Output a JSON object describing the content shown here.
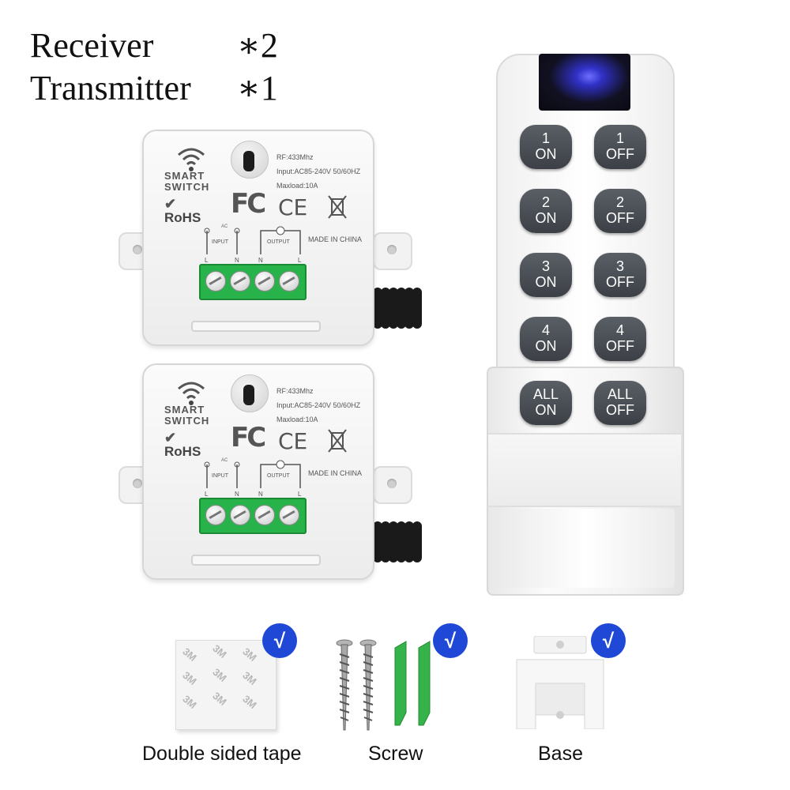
{
  "quantities": [
    {
      "label": "Receiver",
      "count": "∗2"
    },
    {
      "label": "Transmitter",
      "count": "∗1"
    }
  ],
  "receiver": {
    "brand_line1": "SMART",
    "brand_line2": "SWITCH",
    "rohs": "RoHS",
    "fc": "FC",
    "ce": "CE",
    "ac": "AC",
    "specs": [
      "RF:433Mhz",
      "Input:AC85-240V 50/60HZ",
      "Maxload:10A"
    ],
    "made_in": "MADE IN CHINA",
    "input_label": "INPUT",
    "output_label": "OUTPUT",
    "terminals": [
      "L",
      "N",
      "N",
      "L"
    ]
  },
  "remote": {
    "buttons": [
      {
        "top": "1",
        "bottom": "ON"
      },
      {
        "top": "1",
        "bottom": "OFF"
      },
      {
        "top": "2",
        "bottom": "ON"
      },
      {
        "top": "2",
        "bottom": "OFF"
      },
      {
        "top": "3",
        "bottom": "ON"
      },
      {
        "top": "3",
        "bottom": "OFF"
      },
      {
        "top": "4",
        "bottom": "ON"
      },
      {
        "top": "4",
        "bottom": "OFF"
      },
      {
        "top": "ALL",
        "bottom": "ON"
      },
      {
        "top": "ALL",
        "bottom": "OFF"
      }
    ]
  },
  "accessories": [
    {
      "label": "Double sided tape",
      "check": "√"
    },
    {
      "label": "Screw",
      "check": "√"
    },
    {
      "label": "Base",
      "check": "√"
    }
  ],
  "tape_text": "3M",
  "colors": {
    "badge": "#1f48d6",
    "terminal": "#28b34a",
    "button": "#4a4e55"
  }
}
